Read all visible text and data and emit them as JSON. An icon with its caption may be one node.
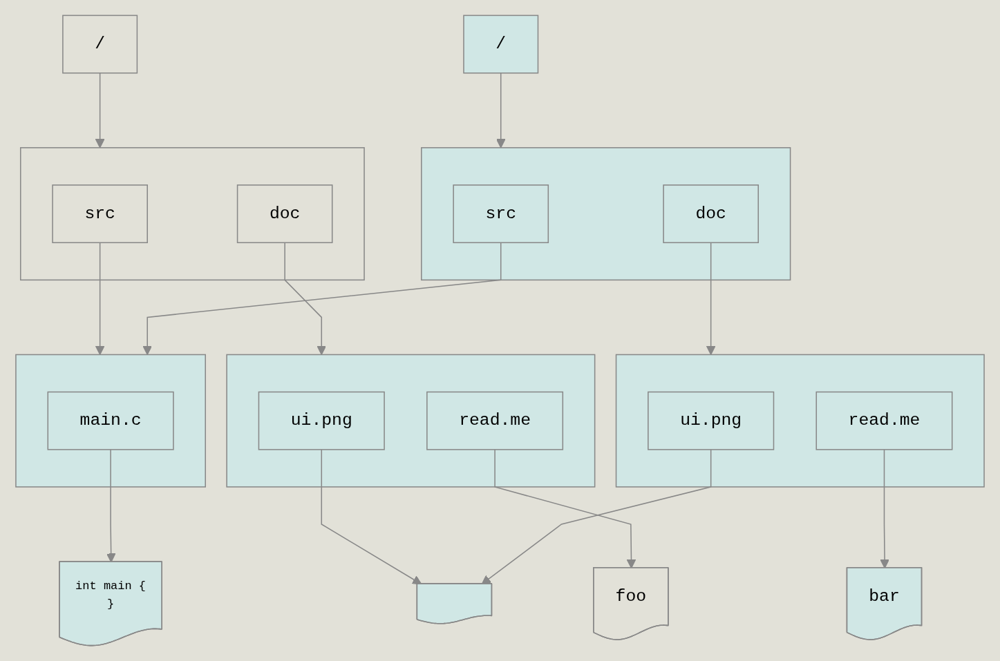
{
  "diagram": {
    "nodes": [
      {
        "text": [
          "/"
        ]
      },
      {
        "text": [
          "/"
        ]
      },
      {
        "text": [],
        "shape": "box"
      },
      {
        "text": [
          "src"
        ],
        "in": 2
      },
      {
        "text": [
          "doc"
        ],
        "in": 2
      },
      {
        "text": [],
        "shape": "box"
      },
      {
        "text": [
          "src"
        ],
        "in": 5
      },
      {
        "text": [
          "doc"
        ],
        "in": 5
      },
      {
        "text": [],
        "shape": "box"
      },
      {
        "text": [
          "main.c"
        ],
        "in": 8
      },
      {
        "text": [],
        "shape": "box"
      },
      {
        "text": [
          "ui.png"
        ],
        "in": 10
      },
      {
        "text": [
          "read.me"
        ],
        "in": 10
      },
      {
        "text": [],
        "shape": "box"
      },
      {
        "text": [
          "ui.png"
        ],
        "in": 13
      },
      {
        "text": [
          "read.me"
        ],
        "in": 13
      },
      {
        "text": [
          "int main {",
          "}"
        ]
      },
      {
        "text": [],
        "shape": "document"
      },
      {
        "text": [
          "foo"
        ]
      },
      {
        "text": [
          "bar"
        ]
      }
    ],
    "edges": [
      {
        "from": 0,
        "to": 2,
        "arrow": "to"
      },
      {
        "from": 1,
        "to": 5,
        "arrow": "to"
      },
      {
        "from": 3,
        "to": 8,
        "arrow": "to"
      },
      {
        "from": 4,
        "to": 10,
        "arrow": "to"
      },
      {
        "from": 6,
        "to": 8,
        "arrow": "to"
      },
      {
        "from": 7,
        "to": 13,
        "arrow": "to"
      },
      {
        "from": 9,
        "to": 16,
        "arrow": "to"
      },
      {
        "from": 11,
        "to": 17,
        "arrow": "to"
      },
      {
        "from": 12,
        "to": 18,
        "arrow": "to"
      },
      {
        "from": 14,
        "to": 17,
        "arrow": "to"
      },
      {
        "from": 15,
        "to": 19,
        "arrow": "to"
      }
    ]
  }
}
